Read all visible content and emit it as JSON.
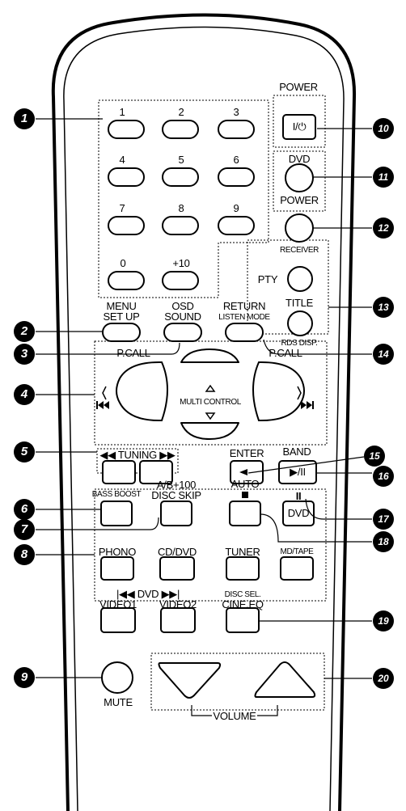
{
  "callouts": [
    "1",
    "2",
    "3",
    "4",
    "5",
    "6",
    "7",
    "8",
    "9",
    "10",
    "11",
    "12",
    "13",
    "14",
    "15",
    "16",
    "17",
    "18",
    "19",
    "20"
  ],
  "labels": {
    "power": "POWER",
    "power_symbol": "I/⏻",
    "dvd": "DVD",
    "dvd_power": "POWER",
    "receiver": "RECEIVER",
    "pty": "PTY",
    "title": "TITLE",
    "rds_disp": "RDS DISP.",
    "menu": "MENU",
    "set_up": "SET UP",
    "osd": "OSD",
    "sound": "SOUND",
    "return": "RETURN",
    "listen_mode": "LISTEN MODE",
    "p_call_left": "P.CALL",
    "p_call_right": "P.CALL",
    "multi_control": "MULTI CONTROL",
    "tuning": "◀◀ TUNING ▶▶",
    "enter": "ENTER",
    "band": "BAND",
    "play_pause": "▶/II",
    "bass_boost": "BASS BOOST",
    "disc_skip_top": "A/B+100",
    "disc_skip": "DISC SKIP",
    "auto": "AUTO",
    "pause_dvd": "II",
    "dvd_btn": "DVD",
    "phono": "PHONO",
    "cd_dvd": "CD/DVD",
    "tuner": "TUNER",
    "md_tape": "MD/TAPE",
    "dvd_skip": "|◀◀  DVD  ▶▶|",
    "video1": "VIDEO1",
    "video2": "VIDEO2",
    "disc_sel": "DISC SEL.",
    "cine_eq": "CINE.EQ",
    "mute": "MUTE",
    "volume": "VOLUME"
  },
  "number_keys": [
    "1",
    "2",
    "3",
    "4",
    "5",
    "6",
    "7",
    "8",
    "9",
    "0",
    "+10"
  ]
}
